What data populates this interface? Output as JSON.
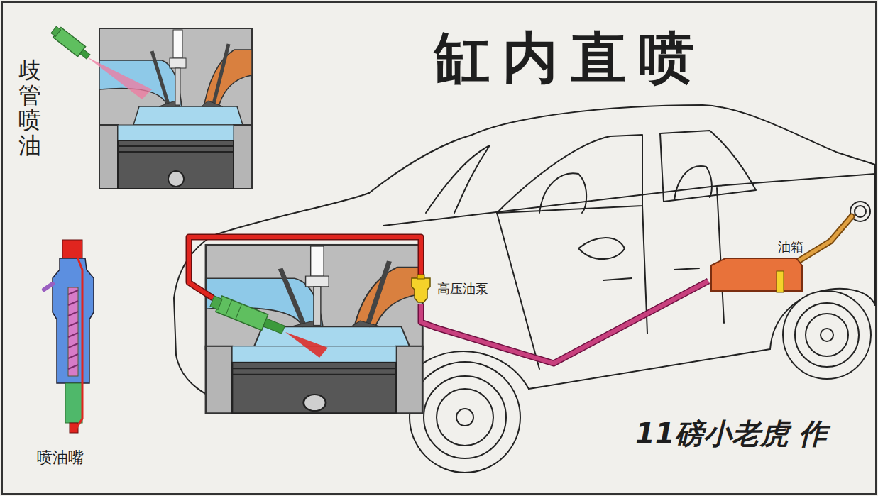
{
  "diagram": {
    "title": "缸内直喷",
    "nodes": [
      {
        "text": [
          "高压油泵"
        ]
      },
      {
        "text": [
          "油箱"
        ]
      }
    ],
    "edges": [
      {
        "from": 1,
        "to": 0,
        "arrow": "none"
      }
    ],
    "labels": [
      "歧管喷油",
      "喷油嘴",
      "11磅小老虎 作"
    ]
  }
}
